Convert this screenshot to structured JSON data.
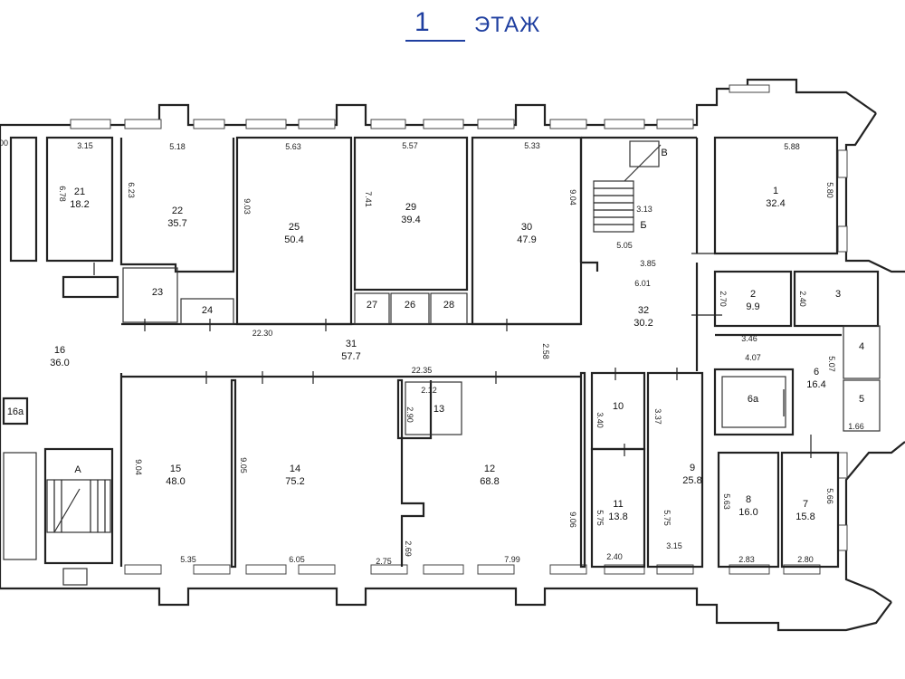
{
  "title": {
    "number": "1",
    "word": "ЭТАЖ"
  },
  "rooms": [
    {
      "id": "r21",
      "num": "21",
      "area": "18.2"
    },
    {
      "id": "r22",
      "num": "22",
      "area": "35.7"
    },
    {
      "id": "r25",
      "num": "25",
      "area": "50.4"
    },
    {
      "id": "r29",
      "num": "29",
      "area": "39.4"
    },
    {
      "id": "r30",
      "num": "30",
      "area": "47.9"
    },
    {
      "id": "r1",
      "num": "1",
      "area": "32.4"
    },
    {
      "id": "r2",
      "num": "2",
      "area": "9.9"
    },
    {
      "id": "r3",
      "num": "3",
      "area": ""
    },
    {
      "id": "r4",
      "num": "4",
      "area": ""
    },
    {
      "id": "r5",
      "num": "5",
      "area": ""
    },
    {
      "id": "r6",
      "num": "6",
      "area": "16.4"
    },
    {
      "id": "r6a",
      "num": "6а",
      "area": ""
    },
    {
      "id": "r23",
      "num": "23",
      "area": ""
    },
    {
      "id": "r24",
      "num": "24",
      "area": ""
    },
    {
      "id": "r27",
      "num": "27",
      "area": ""
    },
    {
      "id": "r26",
      "num": "26",
      "area": ""
    },
    {
      "id": "r28",
      "num": "28",
      "area": ""
    },
    {
      "id": "r32",
      "num": "32",
      "area": "30.2"
    },
    {
      "id": "r16",
      "num": "16",
      "area": "36.0"
    },
    {
      "id": "r31",
      "num": "31",
      "area": "57.7"
    },
    {
      "id": "r16a",
      "num": "16а",
      "area": ""
    },
    {
      "id": "r15",
      "num": "15",
      "area": "48.0"
    },
    {
      "id": "r14",
      "num": "14",
      "area": "75.2"
    },
    {
      "id": "r13",
      "num": "13",
      "area": ""
    },
    {
      "id": "r12",
      "num": "12",
      "area": "68.8"
    },
    {
      "id": "r10",
      "num": "10",
      "area": ""
    },
    {
      "id": "r11",
      "num": "11",
      "area": "13.8"
    },
    {
      "id": "r9",
      "num": "9",
      "area": "25.8"
    },
    {
      "id": "r8",
      "num": "8",
      "area": "16.0"
    },
    {
      "id": "r7",
      "num": "7",
      "area": "15.8"
    },
    {
      "id": "rA",
      "num": "А",
      "area": ""
    },
    {
      "id": "rB",
      "num": "Б",
      "area": ""
    },
    {
      "id": "rV",
      "num": "В",
      "area": ""
    }
  ],
  "dimensions": [
    "00",
    "3.15",
    "5.18",
    "5.63",
    "5.57",
    "5.33",
    "5.88",
    "6.78",
    "6.23",
    "9.03",
    "7.41",
    "9.04",
    "5.80",
    "3.13",
    "5.05",
    "3.85",
    "6.01",
    "2.70",
    "2.40",
    "3.46",
    "4.07",
    "5.07",
    "1.66",
    "22.30",
    "22.35",
    "2.58",
    "2.12",
    "2.90",
    "3.40",
    "3.37",
    "9.04",
    "9.05",
    "9.06",
    "5.75",
    "5.75",
    "5.63",
    "5.66",
    "5.35",
    "6.05",
    "2.75",
    "2.69",
    "7.99",
    "2.40",
    "3.15",
    "2.83",
    "2.80"
  ]
}
